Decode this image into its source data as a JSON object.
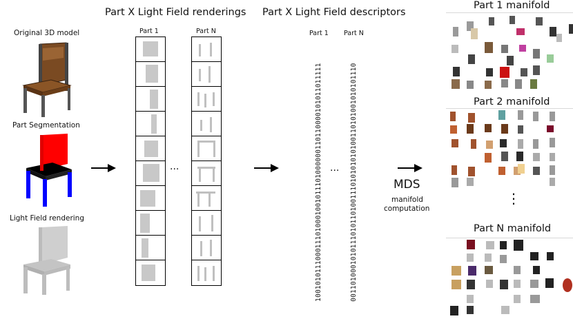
{
  "left": {
    "original_label": "Original 3D model",
    "segmentation_label": "Part Segmentation",
    "lightfield_label": "Light Field rendering"
  },
  "renderings": {
    "title": "Part X Light Field renderings",
    "col1_label": "Part 1",
    "colN_label": "Part N",
    "ellipsis": "···"
  },
  "descriptors": {
    "title": "Part X Light Field descriptors",
    "col1_label": "Part 1",
    "colN_label": "Part N",
    "bits1": "1001010111000111010001001011101000000110110000101011011111",
    "bitsN": "0011010001010111010110100111010101010100110101001010101110",
    "ellipsis": "···"
  },
  "mds": {
    "title": "MDS",
    "sub1": "manifold",
    "sub2": "computation"
  },
  "manifolds": {
    "m1": "Part 1 manifold",
    "m2": "Part 2 manifold",
    "mN": "Part N manifold",
    "vdots": "⋮"
  },
  "colors": {
    "seat_brown": "#7a4a22",
    "back_red": "#ff0000",
    "seat_black": "#000000",
    "legs_blue": "#0000ff",
    "render_grey": "#c8c8c8"
  }
}
